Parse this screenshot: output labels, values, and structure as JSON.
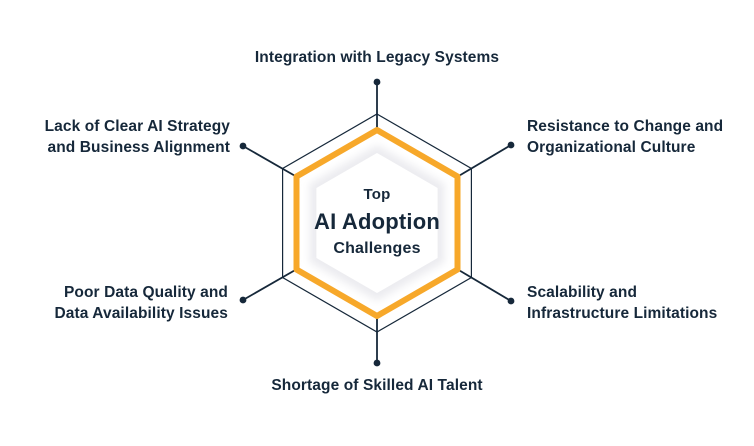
{
  "diagram": {
    "title_center": {
      "line1": "Top",
      "line2": "AI Adoption",
      "line3": "Challenges"
    },
    "labels": {
      "top": "Integration with Legacy Systems",
      "top_left": {
        "line1": "Lack of Clear AI Strategy",
        "line2": "and Business Alignment"
      },
      "top_right": {
        "line1": "Resistance to Change and",
        "line2": "Organizational Culture"
      },
      "bottom_left": {
        "line1": "Poor Data Quality and",
        "line2": "Data Availability Issues"
      },
      "bottom_right": {
        "line1": "Scalability and",
        "line2": "Infrastructure Limitations"
      },
      "bottom": "Shortage of Skilled AI Talent"
    },
    "colors": {
      "ink": "#16283A",
      "accent": "#F7A82A",
      "halo": "#ECECF0"
    }
  }
}
